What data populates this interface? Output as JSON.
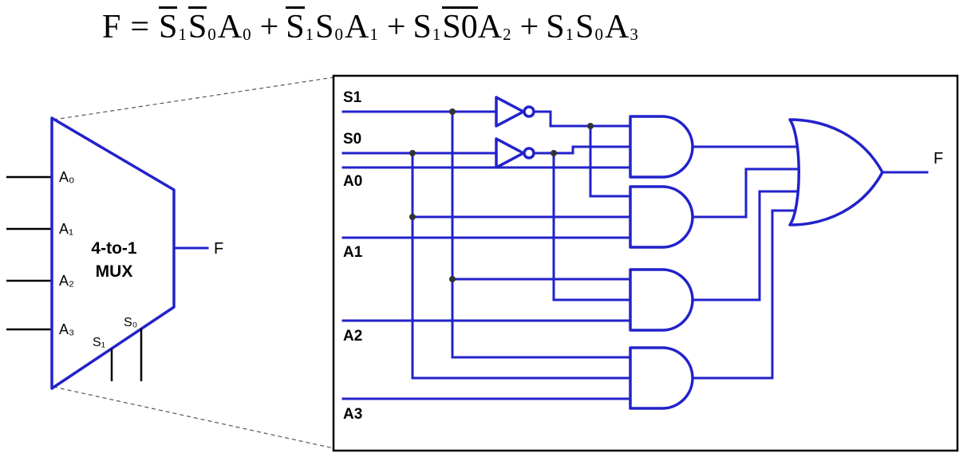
{
  "colors": {
    "wire": "#2222cc",
    "ink": "#000000",
    "border": "#000000",
    "dot": "#333333"
  },
  "equation": {
    "lhs": "F",
    "equals": "=",
    "plus": "+",
    "terms": [
      [
        {
          "base": "S",
          "sub": "1",
          "bar": true
        },
        {
          "base": "S",
          "sub": "0",
          "bar": true
        },
        {
          "base": "A",
          "sub": "0",
          "bar": false
        }
      ],
      [
        {
          "base": "S",
          "sub": "1",
          "bar": true
        },
        {
          "base": "S",
          "sub": "0",
          "bar": false
        },
        {
          "base": "A",
          "sub": "1",
          "bar": false
        }
      ],
      [
        {
          "base": "S",
          "sub": "1",
          "bar": false
        },
        {
          "base": "S0",
          "sub": "",
          "bar": true
        },
        {
          "base": "A",
          "sub": "2",
          "bar": false
        }
      ],
      [
        {
          "base": "S",
          "sub": "1",
          "bar": false
        },
        {
          "base": "S",
          "sub": "0",
          "bar": false
        },
        {
          "base": "A",
          "sub": "3",
          "bar": false
        }
      ]
    ]
  },
  "mux": {
    "title_line1": "4-to-1",
    "title_line2": "MUX",
    "inputs": [
      "A₀",
      "A₁",
      "A₂",
      "A₃"
    ],
    "selects": [
      "S₁",
      "S₀"
    ],
    "output_label": "F"
  },
  "schematic": {
    "input_labels": [
      "S1",
      "S0",
      "A0",
      "A1",
      "A2",
      "A3"
    ],
    "output_label": "F"
  }
}
